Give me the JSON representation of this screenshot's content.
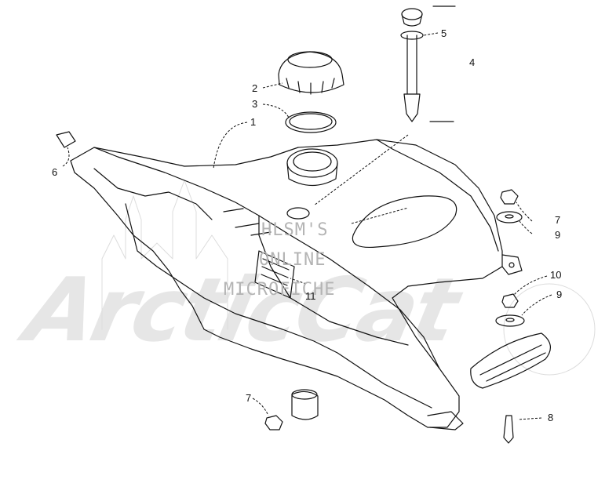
{
  "watermark": {
    "brand": "ArcticCat",
    "line1": "HLSM'S",
    "line2": "ONLINE",
    "line3": "MICROFICHE"
  },
  "callouts": {
    "c1": "1",
    "c2": "2",
    "c3": "3",
    "c4": "4",
    "c5": "5",
    "c6": "6",
    "c7a": "7",
    "c7b": "7",
    "c8": "8",
    "c9a": "9",
    "c9b": "9",
    "c10": "10",
    "c11": "11"
  },
  "colors": {
    "line": "#111111",
    "watermark": "#b4b4b4",
    "brand": "#e6e6e6"
  }
}
